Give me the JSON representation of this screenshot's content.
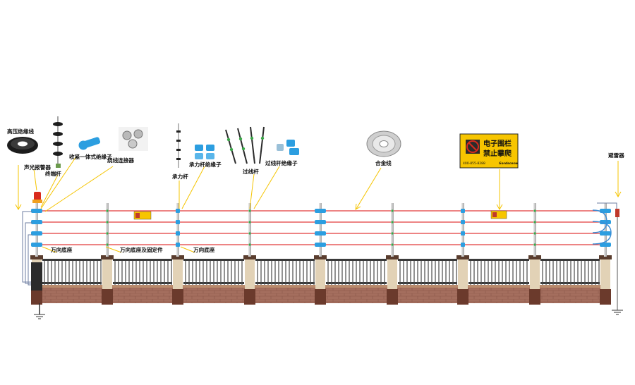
{
  "labels": {
    "hv_cable": "高压绝缘线",
    "alarm": "声光报警器",
    "terminal_pole": "终端杆",
    "tight_insulator": "收紧一体式绝缘子",
    "wire_connector": "绕线连接器",
    "load_pole": "承力杆",
    "load_insulator": "承力杆绝缘子",
    "line_pole": "过线杆",
    "line_insulator": "过线杆绝缘子",
    "alloy_wire": "合金线",
    "lightning_arrester": "避雷器",
    "base_1": "万向底座",
    "base_2": "万向底座及固定件",
    "base_3": "万向底座"
  },
  "sign": {
    "title_line1": "电子围栏",
    "title_line2": "禁止攀爬",
    "phone": "400-855-8288",
    "brand": "Gardscene"
  },
  "colors": {
    "wire": "#e23b3b",
    "leader": "#f5c400",
    "pole": "#c9c9c9",
    "insulator": "#2c9ee0",
    "sign_bg": "#f7c500",
    "pillar": "#e2d2b6",
    "brick": "#a06a5a",
    "rail": "#3a3a3a"
  }
}
